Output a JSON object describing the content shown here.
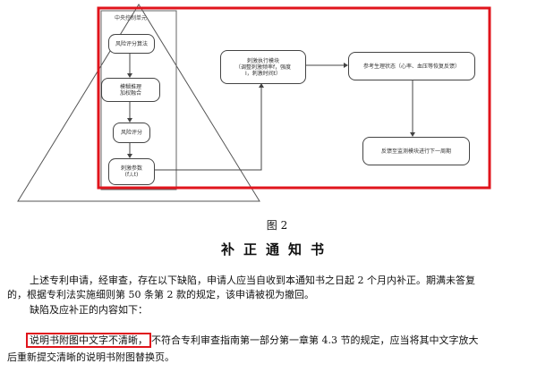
{
  "figure": {
    "group_title": "中央控制单元",
    "nodes": {
      "risk_assessment": "风险评分算法",
      "fuzzy_reasoning": "模糊推理\n加权融合",
      "risk_score": "风险评分",
      "adjust_params": "刺激参数\n(f,I,t)",
      "stim_exec": "刺激执行模块\n（调整刺激频率f，强度\nI，刺激时间t）",
      "reference": "参考生理状态（心率、血压等恢复反馈）",
      "feedback": "反馈至监测模块进行下一周期"
    },
    "colors": {
      "highlight": "#e0141c"
    }
  },
  "caption": "图 2",
  "doc_title": "补正通知书",
  "paragraphs": {
    "p1_line1": "上述专利申请，经审查，存在以下缺陷，申请人应当自收到本通知书之日起 2 个月内补正。期满未答复",
    "p1_line2": "的，根据专利法实施细则第 50 条第 2 款的规定，该申请被视为撤回。",
    "p2": "缺陷及应补正的内容如下：",
    "p3_highlight": "说明书附图中文字不清晰，",
    "p3_rest": "不符合专利审查指南第一部分第一章第 4.3 节的规定，应当将其中文字放大",
    "p3_line2": "后重新提交清晰的说明书附图替换页。"
  }
}
